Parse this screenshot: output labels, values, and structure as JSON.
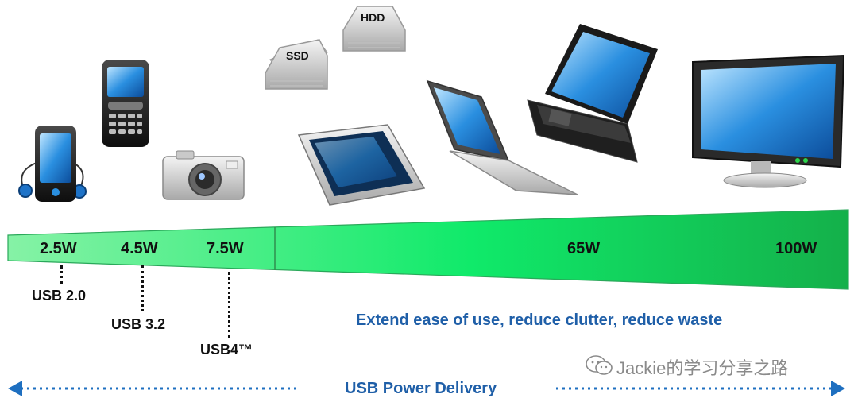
{
  "devices": {
    "ssd_label": "SSD",
    "hdd_label": "HDD"
  },
  "power_levels": [
    "2.5W",
    "4.5W",
    "7.5W",
    "65W",
    "100W"
  ],
  "usb_versions": [
    "USB 2.0",
    "USB 3.2",
    "USB4™"
  ],
  "tagline": "Extend ease of use, reduce clutter, reduce waste",
  "footer_label": "USB Power Delivery",
  "watermark": "Jackie的学习分享之路",
  "colors": {
    "wedge_light": "#86f2a6",
    "wedge_mid": "#10ea6a",
    "wedge_dark": "#14b04a",
    "text_blue": "#1f5fa8",
    "arrow_blue": "#1e6fc0"
  }
}
